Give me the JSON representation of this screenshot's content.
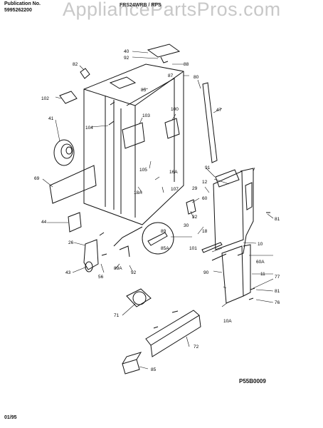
{
  "header": {
    "publication_label": "Publication No.",
    "publication_number": "5995262200",
    "watermark": "AppliancePartsPros.com",
    "model_title": "FRS24WRB / RPS"
  },
  "footer": {
    "date": "01/95",
    "drawing_number": "P55B0009"
  },
  "callouts": [
    "40",
    "82",
    "92",
    "88",
    "87",
    "80",
    "47",
    "102",
    "85",
    "100",
    "103",
    "104",
    "41",
    "105",
    "16A",
    "107",
    "69",
    "18A",
    "12",
    "60",
    "91",
    "29",
    "81",
    "44",
    "89",
    "30",
    "32",
    "18",
    "10",
    "26",
    "85A",
    "101",
    "90",
    "60A",
    "11",
    "77",
    "43",
    "56",
    "89A",
    "92",
    "81",
    "76",
    "10A",
    "71",
    "72",
    "85"
  ]
}
